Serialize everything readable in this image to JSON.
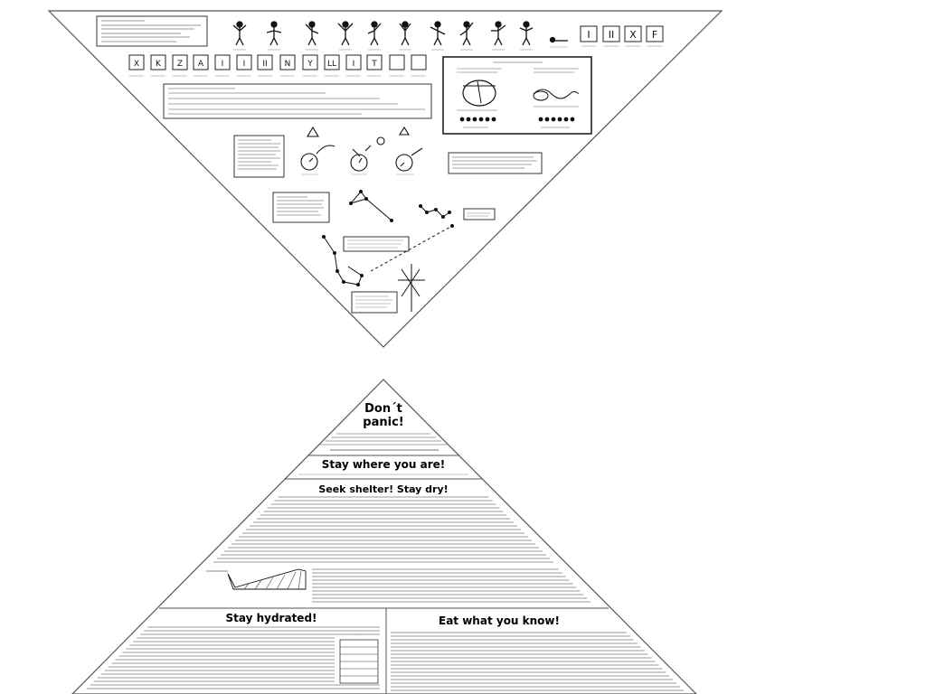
{
  "upper_triangle": {
    "signal_panel_count": 1,
    "signal_symbols": [
      "X",
      "K",
      "Z",
      "A",
      "I",
      "I",
      "II",
      "N",
      "Y",
      "LL",
      "I",
      "T"
    ],
    "ground_codes": [
      "I",
      "II",
      "X",
      "F"
    ]
  },
  "lower_triangle": {
    "sections": {
      "dont_panic": {
        "title_line1": "Don´t",
        "title_line2": "panic!"
      },
      "stay_where": {
        "title": "Stay where you are!"
      },
      "shelter": {
        "title": "Seek shelter! Stay dry!"
      },
      "hydrated": {
        "title": "Stay hydrated!"
      },
      "eat": {
        "title": "Eat what you know!"
      }
    }
  }
}
